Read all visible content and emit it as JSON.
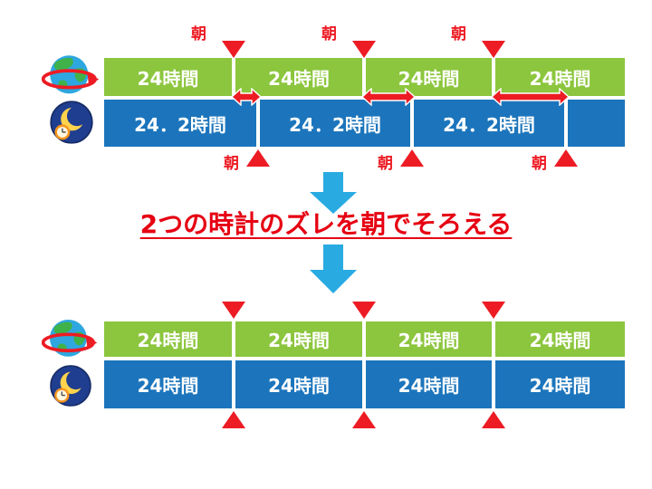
{
  "heading": "2つの時計のズレを朝でそろえる",
  "morning_label": "朝",
  "top_diagram": {
    "earth_clock_segments": [
      "24時間",
      "24時間",
      "24時間",
      "24時間"
    ],
    "moon_clock_segments": [
      "24．2時間",
      "24．2時間",
      "24．2時間"
    ]
  },
  "bottom_diagram": {
    "earth_clock_segments": [
      "24時間",
      "24時間",
      "24時間",
      "24時間"
    ],
    "moon_clock_segments": [
      "24時間",
      "24時間",
      "24時間",
      "24時間"
    ]
  },
  "icons": {
    "earth": "earth-globe-icon",
    "moon_clock": "night-clock-icon",
    "morning_marker": "red-triangle-marker",
    "drift_arrow": "red-double-arrow",
    "flow_arrow": "blue-down-arrow"
  },
  "colors": {
    "earth_bar_green": "#8CC63E",
    "moon_bar_blue": "#1C75BC",
    "marker_red": "#ED1C24",
    "heading_red": "#E60012",
    "flow_arrow_blue": "#29ABE2"
  }
}
